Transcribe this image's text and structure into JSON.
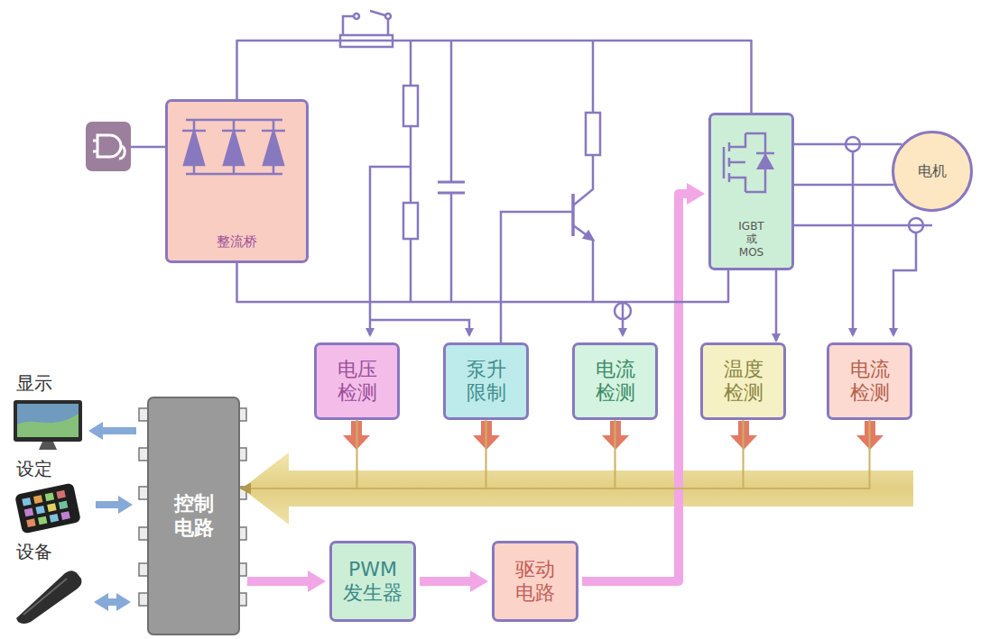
{
  "diagram": {
    "nodes": [
      {
        "text": [
          "整流桥"
        ]
      },
      {
        "text": [
          "IGBT 或 MOS"
        ]
      },
      {
        "text": [
          "电机"
        ]
      },
      {
        "text": [
          "电压 检测"
        ]
      },
      {
        "text": [
          "泵升 限制"
        ]
      },
      {
        "text": [
          "电流 检测"
        ]
      },
      {
        "text": [
          "温度 检测"
        ]
      },
      {
        "text": [
          "电流 检测"
        ]
      },
      {
        "text": [
          "控制 电路"
        ]
      },
      {
        "text": [
          "PWM 发生器"
        ]
      },
      {
        "text": [
          "驱动 电路"
        ]
      },
      {
        "text": [
          "显示"
        ]
      },
      {
        "text": [
          "设定"
        ]
      },
      {
        "text": [
          "设备"
        ]
      }
    ],
    "edges": [
      {
        "from": 8,
        "to": 9,
        "arrow": "to"
      },
      {
        "from": 9,
        "to": 10,
        "arrow": "to"
      },
      {
        "from": 10,
        "to": 1,
        "arrow": "to"
      },
      {
        "from": 3,
        "to": 8,
        "arrow": "to"
      },
      {
        "from": 4,
        "to": 8,
        "arrow": "to"
      },
      {
        "from": 5,
        "to": 8,
        "arrow": "to"
      },
      {
        "from": 6,
        "to": 8,
        "arrow": "to"
      },
      {
        "from": 7,
        "to": 8,
        "arrow": "to"
      },
      {
        "from": 8,
        "to": 11,
        "arrow": "to"
      },
      {
        "from": 12,
        "to": 8,
        "arrow": "to"
      },
      {
        "from": 8,
        "to": 13,
        "arrow": "both"
      },
      {
        "from": 0,
        "to": 1,
        "arrow": "none"
      },
      {
        "from": 0,
        "to": 1,
        "arrow": "none"
      },
      {
        "from": 1,
        "to": 2,
        "arrow": "none"
      },
      {
        "from": 1,
        "to": 2,
        "arrow": "none"
      },
      {
        "from": 1,
        "to": 2,
        "arrow": "none"
      },
      {
        "from": 1,
        "to": 6,
        "arrow": "to"
      }
    ]
  }
}
